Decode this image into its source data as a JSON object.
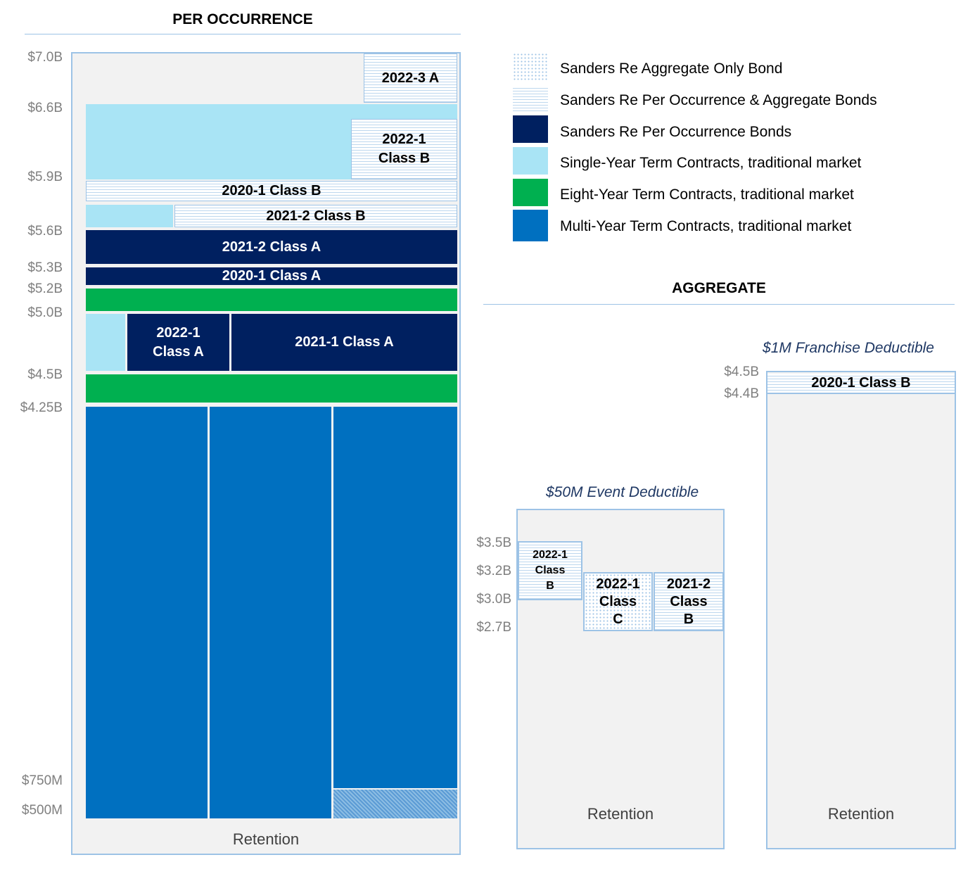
{
  "per_occurrence": {
    "title": "PER OCCURRENCE",
    "ylabels": [
      "$7.0B",
      "$6.6B",
      "$5.9B",
      "$5.6B",
      "$5.3B",
      "$5.2B",
      "$5.0B",
      "$4.5B",
      "$4.25B",
      "$750M",
      "$500M"
    ],
    "retention": "Retention",
    "blocks": {
      "b2022_3a": "2022-3 A",
      "b2022_1b_l1": "2022-1",
      "b2022_1b_l2": "Class B",
      "b2020_1b": "2020-1 Class B",
      "b2021_2b": "2021-2 Class B",
      "b2021_2a": "2021-2 Class A",
      "b2020_1a": "2020-1 Class A",
      "b2022_1a_l1": "2022-1",
      "b2022_1a_l2": "Class A",
      "b2021_1a": "2021-1 Class A"
    }
  },
  "legend": [
    {
      "label": "Sanders Re Aggregate Only Bond",
      "pattern": "dots"
    },
    {
      "label": "Sanders Re Per Occurrence & Aggregate Bonds",
      "pattern": "stripes"
    },
    {
      "label": "Sanders Re Per Occurrence Bonds",
      "color": "#002060"
    },
    {
      "label": "Single-Year Term Contracts, traditional market",
      "color": "#a9e4f5"
    },
    {
      "label": "Eight-Year Term Contracts, traditional market",
      "color": "#00b050"
    },
    {
      "label": "Multi-Year Term Contracts, traditional market",
      "color": "#0070c0"
    }
  ],
  "aggregate": {
    "title": "AGGREGATE",
    "event": {
      "caption": "$50M Event Deductible",
      "ylabels": [
        "$3.5B",
        "$3.2B",
        "$3.0B",
        "$2.7B"
      ],
      "retention": "Retention",
      "blocks": {
        "b2022_1b": [
          "2022-1",
          "Class",
          "B"
        ],
        "b2022_1c": [
          "2022-1",
          "Class",
          "C"
        ],
        "b2021_2b": [
          "2021-2",
          "Class",
          "B"
        ]
      }
    },
    "franchise": {
      "caption": "$1M Franchise Deductible",
      "ylabels": [
        "$4.5B",
        "$4.4B"
      ],
      "retention": "Retention",
      "block": "2020-1 Class B"
    }
  }
}
